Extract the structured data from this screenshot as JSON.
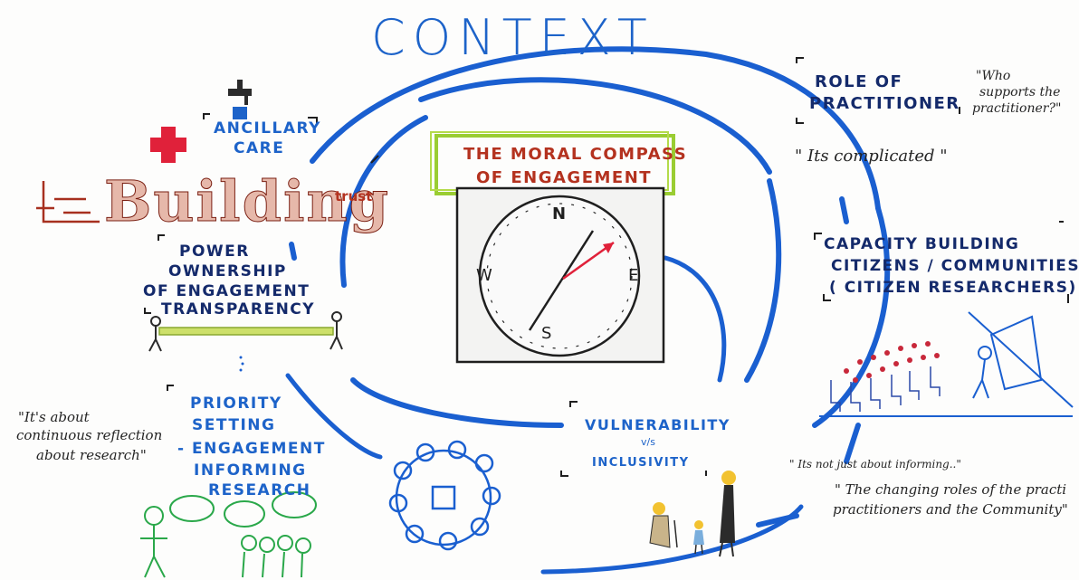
{
  "title": "CONTEXT",
  "compass": {
    "box_title_line1": "THE MORAL COMPASS",
    "box_title_line2": "OF ENGAGEMENT",
    "north": "N",
    "east": "E",
    "south": "S",
    "west": "W"
  },
  "left": {
    "ancillary_line1": "ANCILLARY",
    "ancillary_line2": "CARE",
    "building": "Building",
    "trust": "trust",
    "power_line1": "POWER",
    "power_line2": "OWNERSHIP",
    "power_line3": "OF ENGAGEMENT",
    "power_line4": "TRANSPARENCY",
    "priority_line1": "PRIORITY",
    "priority_line2": "SETTING",
    "priority_line3": "- ENGAGEMENT",
    "priority_line4": "INFORMING",
    "priority_line5": "RESEARCH",
    "quote_line1": "\"It's about",
    "quote_line2": "continuous reflection",
    "quote_line3": "about research\""
  },
  "right": {
    "role_line1": "ROLE OF",
    "role_line2": "PRACTITIONER",
    "who_line1": "\"Who",
    "who_line2": "supports the",
    "who_line3": "practitioner?\"",
    "complicated": "\" Its complicated \"",
    "capacity_line1": "CAPACITY BUILDING",
    "capacity_line2": "CITIZENS / COMMUNITIES",
    "capacity_line3": "( CITIZEN RESEARCHERS)",
    "informing": "\" Its not just about informing..\"",
    "changing_line1": "\" The changing roles of the practi",
    "changing_line2": "practitioners and the Community\""
  },
  "bottom": {
    "vulnerability": "VULNERABILITY",
    "vs": "v/s",
    "inclusivity": "INCLUSIVITY"
  },
  "colors": {
    "blue_stroke": "#1a5fd0",
    "red_text": "#b4321f",
    "lime_box": "#9acd32",
    "compass_red": "#e0213a",
    "green_people": "#2aa84a"
  }
}
